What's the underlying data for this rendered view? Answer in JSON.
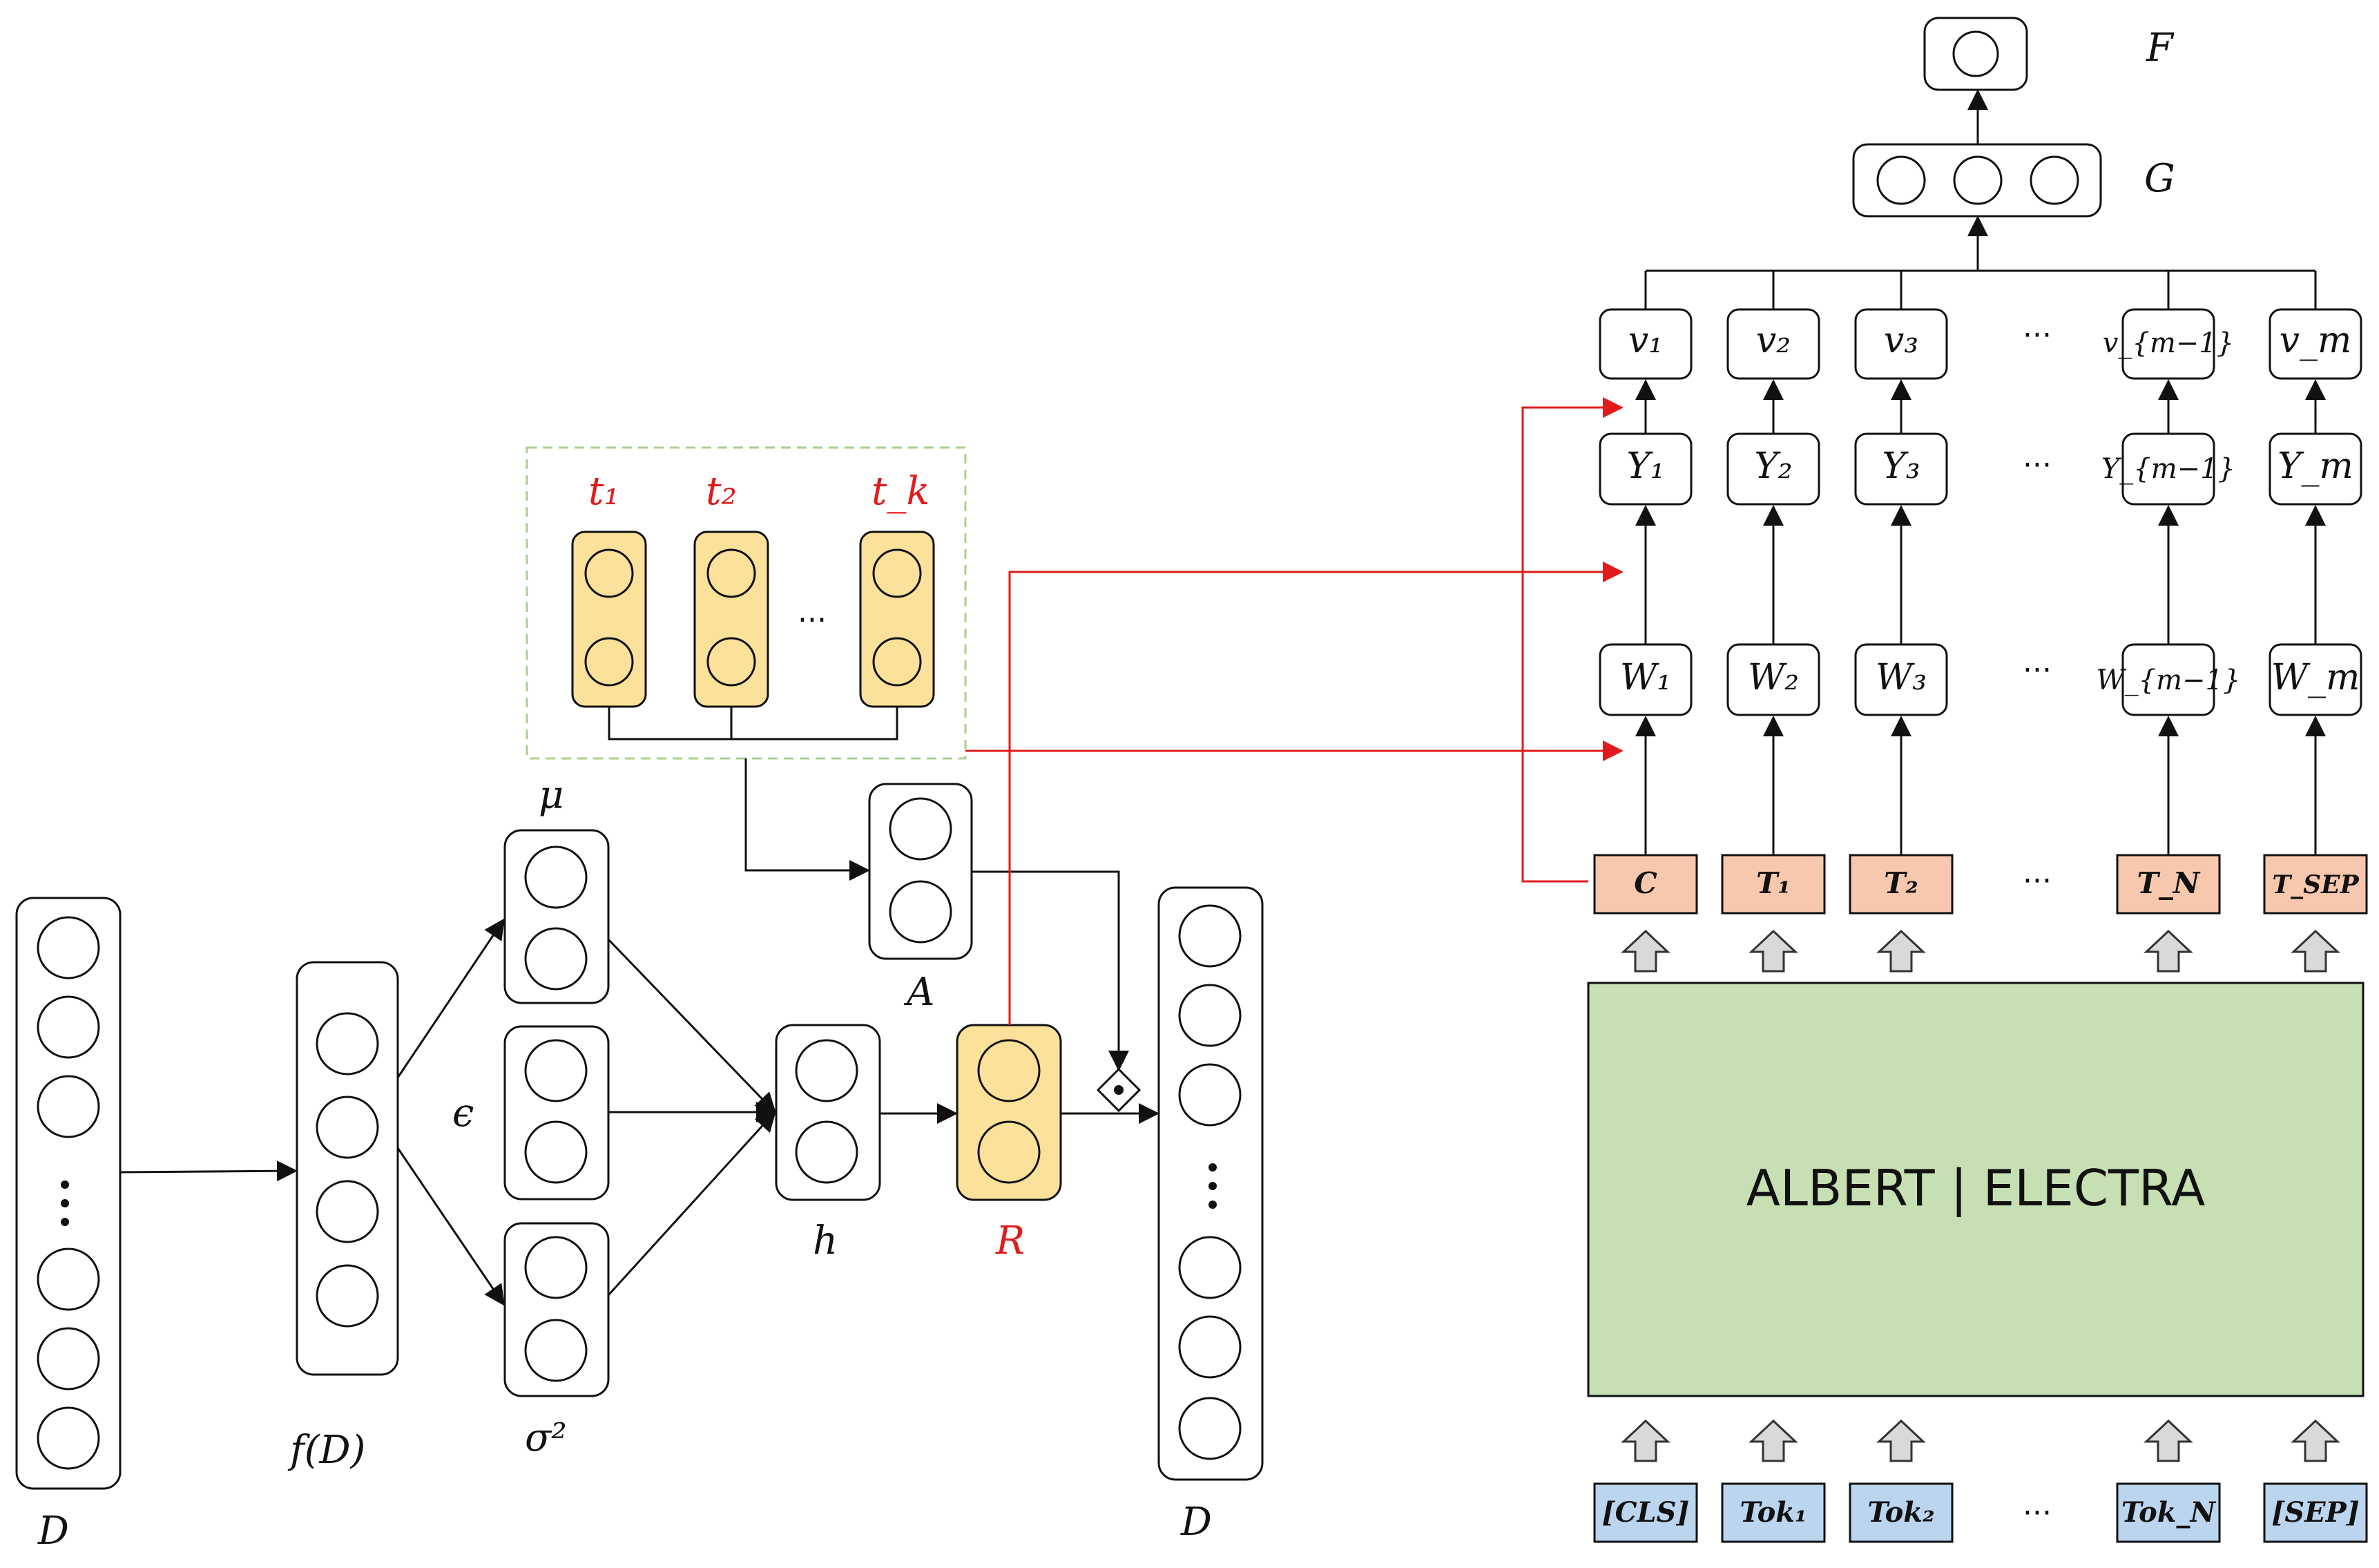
{
  "colors": {
    "topic_fill": "#fbe199",
    "token_out_fill": "#f8c8ae",
    "token_in_fill": "#bcd5ee",
    "encoder_fill": "#c6e0b4",
    "red_arrow": "#e11b1b",
    "dashed_border": "#a9d18e"
  },
  "left": {
    "input_label": "D",
    "fD_label": "f(D)",
    "mu_label": "μ",
    "eps_label": "ϵ",
    "sigma_label": "σ²",
    "h_label": "h",
    "R_label": "R",
    "A_label": "A",
    "output_label": "D",
    "topic_labels": [
      "t₁",
      "t₂",
      "t_k"
    ],
    "ellipsis": "..."
  },
  "right": {
    "F_label": "F",
    "G_label": "G",
    "v_labels": [
      "v₁",
      "v₂",
      "v₃",
      "···",
      "v_{m−1}",
      "v_m"
    ],
    "Y_labels": [
      "Y₁",
      "Y₂",
      "Y₃",
      "···",
      "Y_{m−1}",
      "Y_m"
    ],
    "W_labels": [
      "W₁",
      "W₂",
      "W₃",
      "···",
      "W_{m−1}",
      "W_m"
    ],
    "T_labels": [
      "C",
      "T₁",
      "T₂",
      "···",
      "T_N",
      "T_SEP"
    ],
    "encoder_label": "ALBERT | ELECTRA",
    "tok_labels": [
      "[CLS]",
      "Tok₁",
      "Tok₂",
      "···",
      "Tok_N",
      "[SEP]"
    ]
  }
}
